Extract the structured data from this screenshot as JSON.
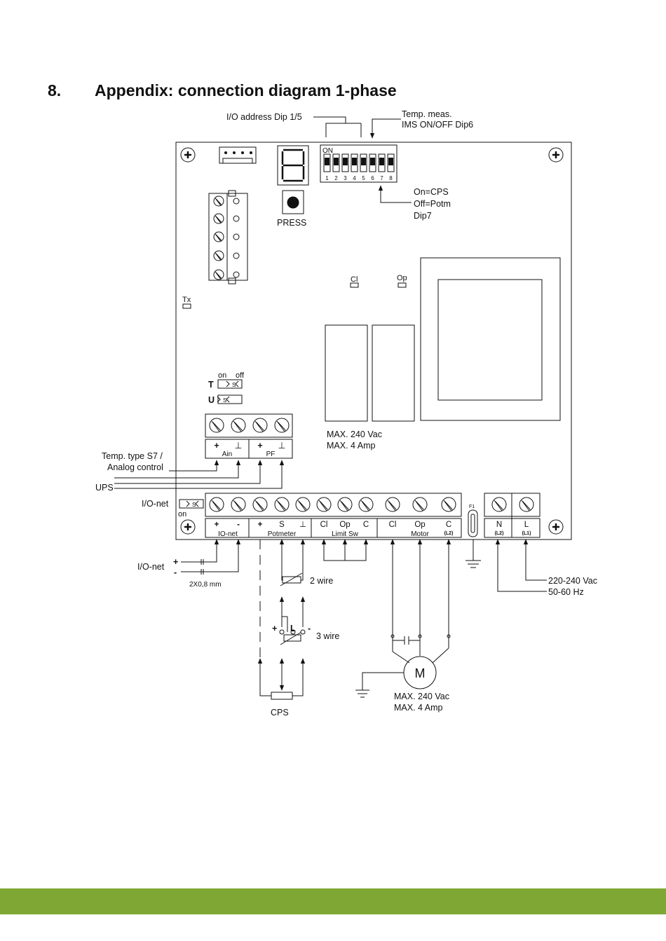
{
  "page": {
    "section_number": "8.",
    "section_title": "Appendix: connection diagram 1-phase",
    "footer_color": "#7ea833"
  },
  "diagram": {
    "top_labels": {
      "io_address": "I/O address Dip 1/5",
      "temp_meas_1": "Temp. meas.",
      "temp_meas_2": "IMS ON/OFF Dip6"
    },
    "dip_switch": {
      "on_label": "ON",
      "numbers": [
        "1",
        "2",
        "3",
        "4",
        "5",
        "6",
        "7",
        "8"
      ]
    },
    "dip7_note": [
      "On=CPS",
      "Off=Potm",
      "Dip7"
    ],
    "press_label": "PRESS",
    "tx_label": "Tx",
    "leds": {
      "cl": "Cl",
      "op": "Op"
    },
    "relay_rating": [
      "MAX. 240 Vac",
      "MAX. 4 Amp"
    ],
    "jumpers": {
      "on": "on",
      "off": "off",
      "t": "T",
      "u": "U",
      "io_on": "on",
      "s_mark": "S"
    },
    "upper_terminals": {
      "signs": [
        "+",
        "⊥",
        "+",
        "⊥"
      ],
      "groups": [
        "Ain",
        "PF"
      ]
    },
    "left_labels": {
      "temp_type_1": "Temp. type S7 /",
      "temp_type_2": "Analog control",
      "ups": "UPS",
      "io_net_top": "I/O-net",
      "io_net_bottom": "I/O-net",
      "plus": "+",
      "minus": "-",
      "cable": "2X0,8 mm"
    },
    "bottom_terminals": {
      "signs": [
        "+",
        "-",
        "+",
        "S",
        "⊥",
        "Cl",
        "Op",
        "C",
        "Cl",
        "Op",
        "C",
        "N",
        "L"
      ],
      "groups": [
        "IO-net",
        "Potmeter",
        "Limit Sw",
        "Motor"
      ],
      "sub_labels": [
        "(L2)",
        "(L2)",
        "(L1)"
      ],
      "fuse_label": "F1"
    },
    "potmeter_labels": {
      "two_wire": "2 wire",
      "three_wire": "3 wire",
      "plus": "+",
      "l": "L",
      "minus": "-",
      "cps": "CPS"
    },
    "motor": {
      "symbol": "M",
      "rating": [
        "MAX. 240 Vac",
        "MAX. 4 Amp"
      ]
    },
    "supply": [
      "220-240 Vac",
      "50-60 Hz"
    ]
  }
}
